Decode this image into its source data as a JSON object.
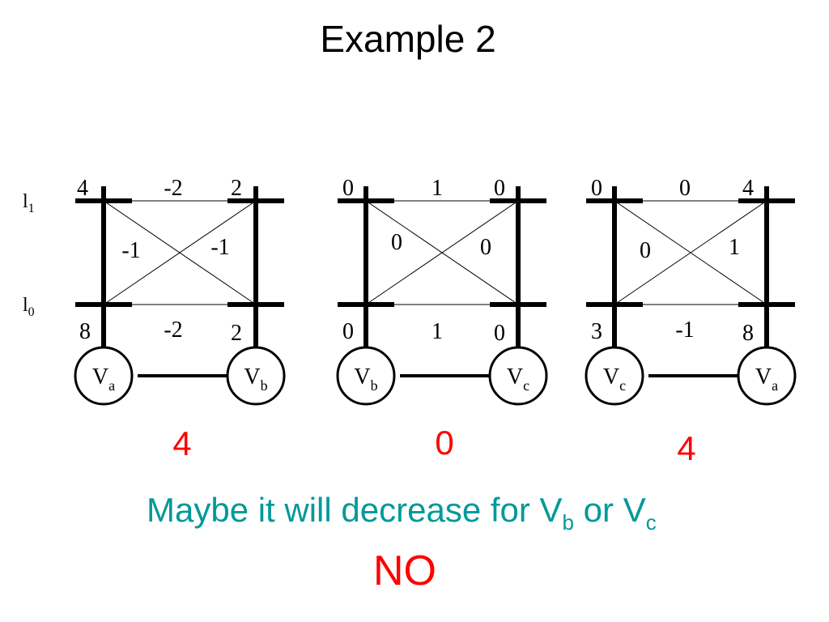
{
  "title": "Example 2",
  "row_labels": {
    "l1": {
      "base": "l",
      "sub": "1"
    },
    "l0": {
      "base": "l",
      "sub": "0"
    }
  },
  "panels": [
    {
      "top_left": "4",
      "top_mid": "-2",
      "top_right": "2",
      "diag_left": "-1",
      "diag_right": "-1",
      "bottom_left": "8",
      "bottom_mid": "-2",
      "bottom_right": "2",
      "node_left": {
        "base": "V",
        "sub": "a"
      },
      "node_right": {
        "base": "V",
        "sub": "b"
      },
      "result": "4"
    },
    {
      "top_left": "0",
      "top_mid": "1",
      "top_right": "0",
      "diag_left": "0",
      "diag_right": "0",
      "bottom_left": "0",
      "bottom_mid": "1",
      "bottom_right": "0",
      "node_left": {
        "base": "V",
        "sub": "b"
      },
      "node_right": {
        "base": "V",
        "sub": "c"
      },
      "result": "0"
    },
    {
      "top_left": "0",
      "top_mid": "0",
      "top_right": "4",
      "diag_left": "0",
      "diag_right": "1",
      "bottom_left": "3",
      "bottom_mid": "-1",
      "bottom_right": "8",
      "node_left": {
        "base": "V",
        "sub": "c"
      },
      "node_right": {
        "base": "V",
        "sub": "a"
      },
      "result": "4"
    }
  ],
  "caption": {
    "text": "Maybe it will decrease for V",
    "sub1": "b",
    "mid": " or V",
    "sub2": "c",
    "color": "#009999"
  },
  "answer": {
    "text": "NO",
    "color": "#ff0000"
  },
  "result_color": "#ff0000"
}
